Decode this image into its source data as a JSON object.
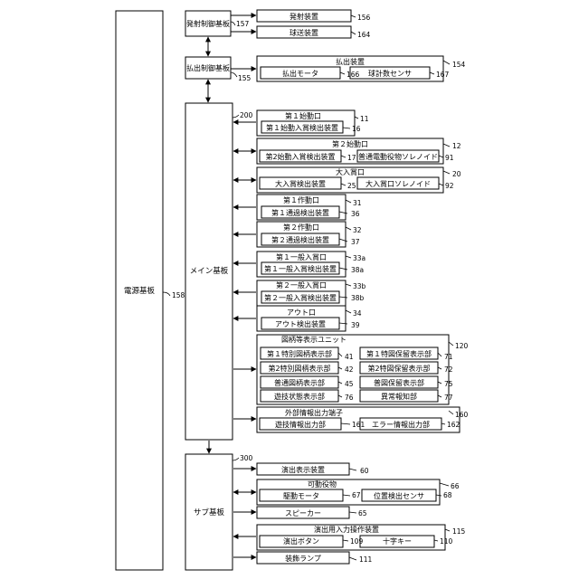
{
  "power_board": {
    "label": "電源基板",
    "ref": "158"
  },
  "emission_board": {
    "label": "発射制御基板",
    "ref": "157"
  },
  "payout_board": {
    "label": "払出制御基板",
    "ref": "155"
  },
  "main_board": {
    "label": "メイン基板",
    "ref": "200"
  },
  "sub_board": {
    "label": "サブ基板",
    "ref": "300"
  },
  "boxes": {
    "launch_device": {
      "label": "発射装置",
      "ref": "156"
    },
    "ball_feed": {
      "label": "球送装置",
      "ref": "164"
    },
    "payout_device": {
      "label": "払出装置",
      "ref": "154",
      "motor": "払出モータ",
      "motor_ref": "166",
      "sensor": "球計数センサ",
      "sensor_ref": "167"
    },
    "start1": {
      "label": "第１始動口",
      "ref": "11",
      "sub": "第１始動入賞検出装置",
      "sub_ref": "16"
    },
    "start2": {
      "label": "第２始動口",
      "ref": "12",
      "sub": "第2始動入賞検出装置",
      "sub_ref": "17",
      "sub2": "普通電動役物ソレノイド",
      "sub2_ref": "91"
    },
    "big_prize": {
      "label": "大入賞口",
      "ref": "20",
      "sub": "大入賞検出装置",
      "sub_ref": "25",
      "sub2": "大入賞口ソレノイド",
      "sub2_ref": "92"
    },
    "gate1": {
      "label": "第１作動口",
      "ref": "31",
      "sub": "第１通過検出装置",
      "sub_ref": "36"
    },
    "gate2": {
      "label": "第２作動口",
      "ref": "32",
      "sub": "第２通過検出装置",
      "sub_ref": "37"
    },
    "general1": {
      "label": "第１一般入賞口",
      "ref": "33a",
      "sub": "第１一般入賞検出装置",
      "sub_ref": "38a"
    },
    "general2": {
      "label": "第２一般入賞口",
      "ref": "33b",
      "sub": "第２一般入賞検出装置",
      "sub_ref": "38b"
    },
    "out": {
      "label": "アウト口",
      "ref": "34",
      "sub": "アウト検出装置",
      "sub_ref": "39"
    },
    "display_unit": {
      "label": "図柄等表示ユニット",
      "ref": "120",
      "items": [
        {
          "label": "第１特別図柄表示部",
          "ref": "41"
        },
        {
          "label": "第１特図保留表示部",
          "ref": "71"
        },
        {
          "label": "第2特別図柄表示部",
          "ref": "42"
        },
        {
          "label": "第2特図保留表示部",
          "ref": "72"
        },
        {
          "label": "普通図柄表示部",
          "ref": "45"
        },
        {
          "label": "普図保留表示部",
          "ref": "75"
        },
        {
          "label": "遊技状態表示部",
          "ref": "76"
        },
        {
          "label": "異常報知部",
          "ref": "77"
        }
      ]
    },
    "ext_output": {
      "label": "外部情報出力端子",
      "ref": "160",
      "sub": "遊技情報出力部",
      "sub_ref": "161",
      "sub2": "エラー情報出力部",
      "sub2_ref": "162"
    },
    "effect_display": {
      "label": "演出表示装置",
      "ref": "60"
    },
    "movable": {
      "label": "可動役物",
      "ref": "66",
      "sub": "駆動モータ",
      "sub_ref": "67",
      "sub2": "位置検出センサ",
      "sub2_ref": "68"
    },
    "speaker": {
      "label": "スピーカー",
      "ref": "65"
    },
    "input_device": {
      "label": "演出用入力操作装置",
      "ref": "115",
      "sub": "演出ボタン",
      "sub_ref": "109",
      "sub2": "十字キー",
      "sub2_ref": "110"
    },
    "lamp": {
      "label": "装飾ランプ",
      "ref": "111"
    }
  }
}
